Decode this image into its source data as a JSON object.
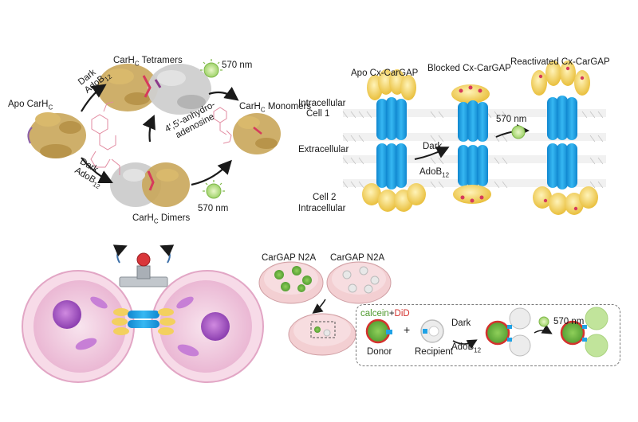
{
  "panel_a": {
    "apo": "Apo CarH",
    "apo_sub": "C",
    "tetramers": "CarH",
    "tetramers_sub": "C",
    "tetramers_suffix": " Tetramers",
    "dimers": "CarH",
    "dimers_sub": "C",
    "dimers_suffix": " Dimers",
    "monomers": "CarH",
    "monomers_sub": "C",
    "monomers_suffix": " Monomers",
    "dark_top": "Dark",
    "adob_top": "AdoB",
    "adob_top_sub": "12",
    "dark_bottom": "Dark",
    "adob_bottom": "AdoB",
    "adob_bottom_sub": "12",
    "light_top": "570 nm",
    "light_bottom": "570 nm",
    "product_line1": "4′,5′-anhydro-",
    "product_line2": "adenosine"
  },
  "panel_b": {
    "apo": "Apo Cx-CarGAP",
    "blocked": "Blocked Cx-CarGAP",
    "reactivated": "Reactivated Cx-CarGAP",
    "intra1_line1": "Intracellular",
    "intra1_line2": "Cell 1",
    "extra": "Extracellular",
    "cell2": "Cell 2",
    "intra2": "Intracellular",
    "dark": "Dark",
    "adob": "AdoB",
    "adob_sub": "12",
    "light": "570 nm"
  },
  "panel_d": {
    "dish1": "CarGAP N2A",
    "dish2": "CarGAP N2A",
    "calcein": "calcein",
    "plus1": "+",
    "did": "DiD",
    "plus2": "+",
    "donor": "Donor",
    "recipient": "Recipient",
    "dark": "Dark",
    "adob": "AdoB",
    "adob_sub": "12",
    "light": "570 nm"
  },
  "colors": {
    "protein_gold": "#c9a65a",
    "protein_grey": "#c8c8c8",
    "b12_red": "#d63a5c",
    "connexin_blue": "#1fa2e6",
    "carh_yellow": "#f6d365",
    "cell_pink": "#f3cde0",
    "nucleus_purple": "#a35bc3",
    "calcein_green": "#5ea83a",
    "did_red": "#d4322e",
    "light_green": "#b7e08a"
  }
}
